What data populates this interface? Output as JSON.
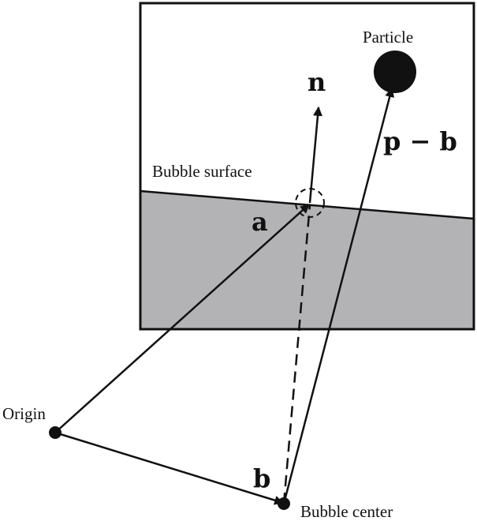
{
  "labels": {
    "particle": "Particle",
    "bubble_surface": "Bubble surface",
    "origin": "Origin",
    "bubble_center": "Bubble center",
    "vector_n": "n",
    "vector_a": "a",
    "vector_b": "b",
    "vector_p_minus_b": "p − b"
  },
  "colors": {
    "stroke": "#111111",
    "bubble_fill": "#b3b3b5",
    "box_fill": "#ffffff"
  }
}
